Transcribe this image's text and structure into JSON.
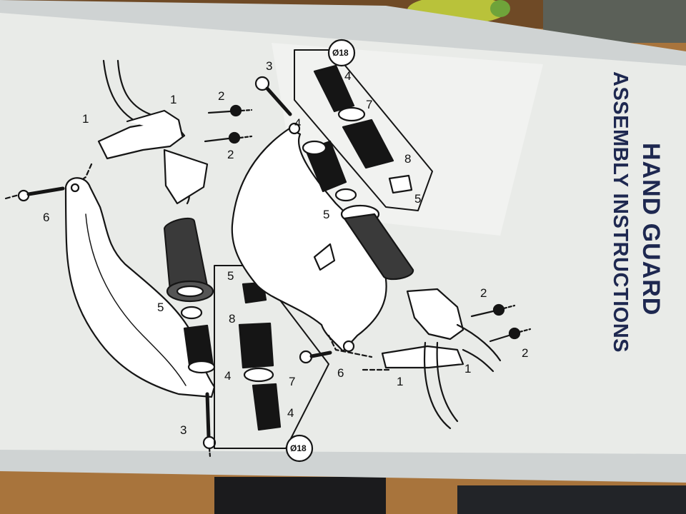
{
  "title": {
    "line1": "HAND GUARD",
    "line2": "ASSEMBLY INSTRUCTIONS"
  },
  "diagram": {
    "callouts_top": [
      "1",
      "1",
      "2",
      "2",
      "3",
      "4",
      "4",
      "5",
      "5",
      "6",
      "7",
      "8",
      "Ø18"
    ],
    "callouts_bottom": [
      "1",
      "1",
      "2",
      "2",
      "3",
      "4",
      "4",
      "5",
      "5",
      "6",
      "7",
      "8",
      "Ø18"
    ]
  },
  "colors": {
    "paper": "#e9ebe8",
    "ink": "#151515",
    "title": "#1e2850",
    "table": "#b07a3c",
    "sleeve": "#d9dcdc"
  }
}
